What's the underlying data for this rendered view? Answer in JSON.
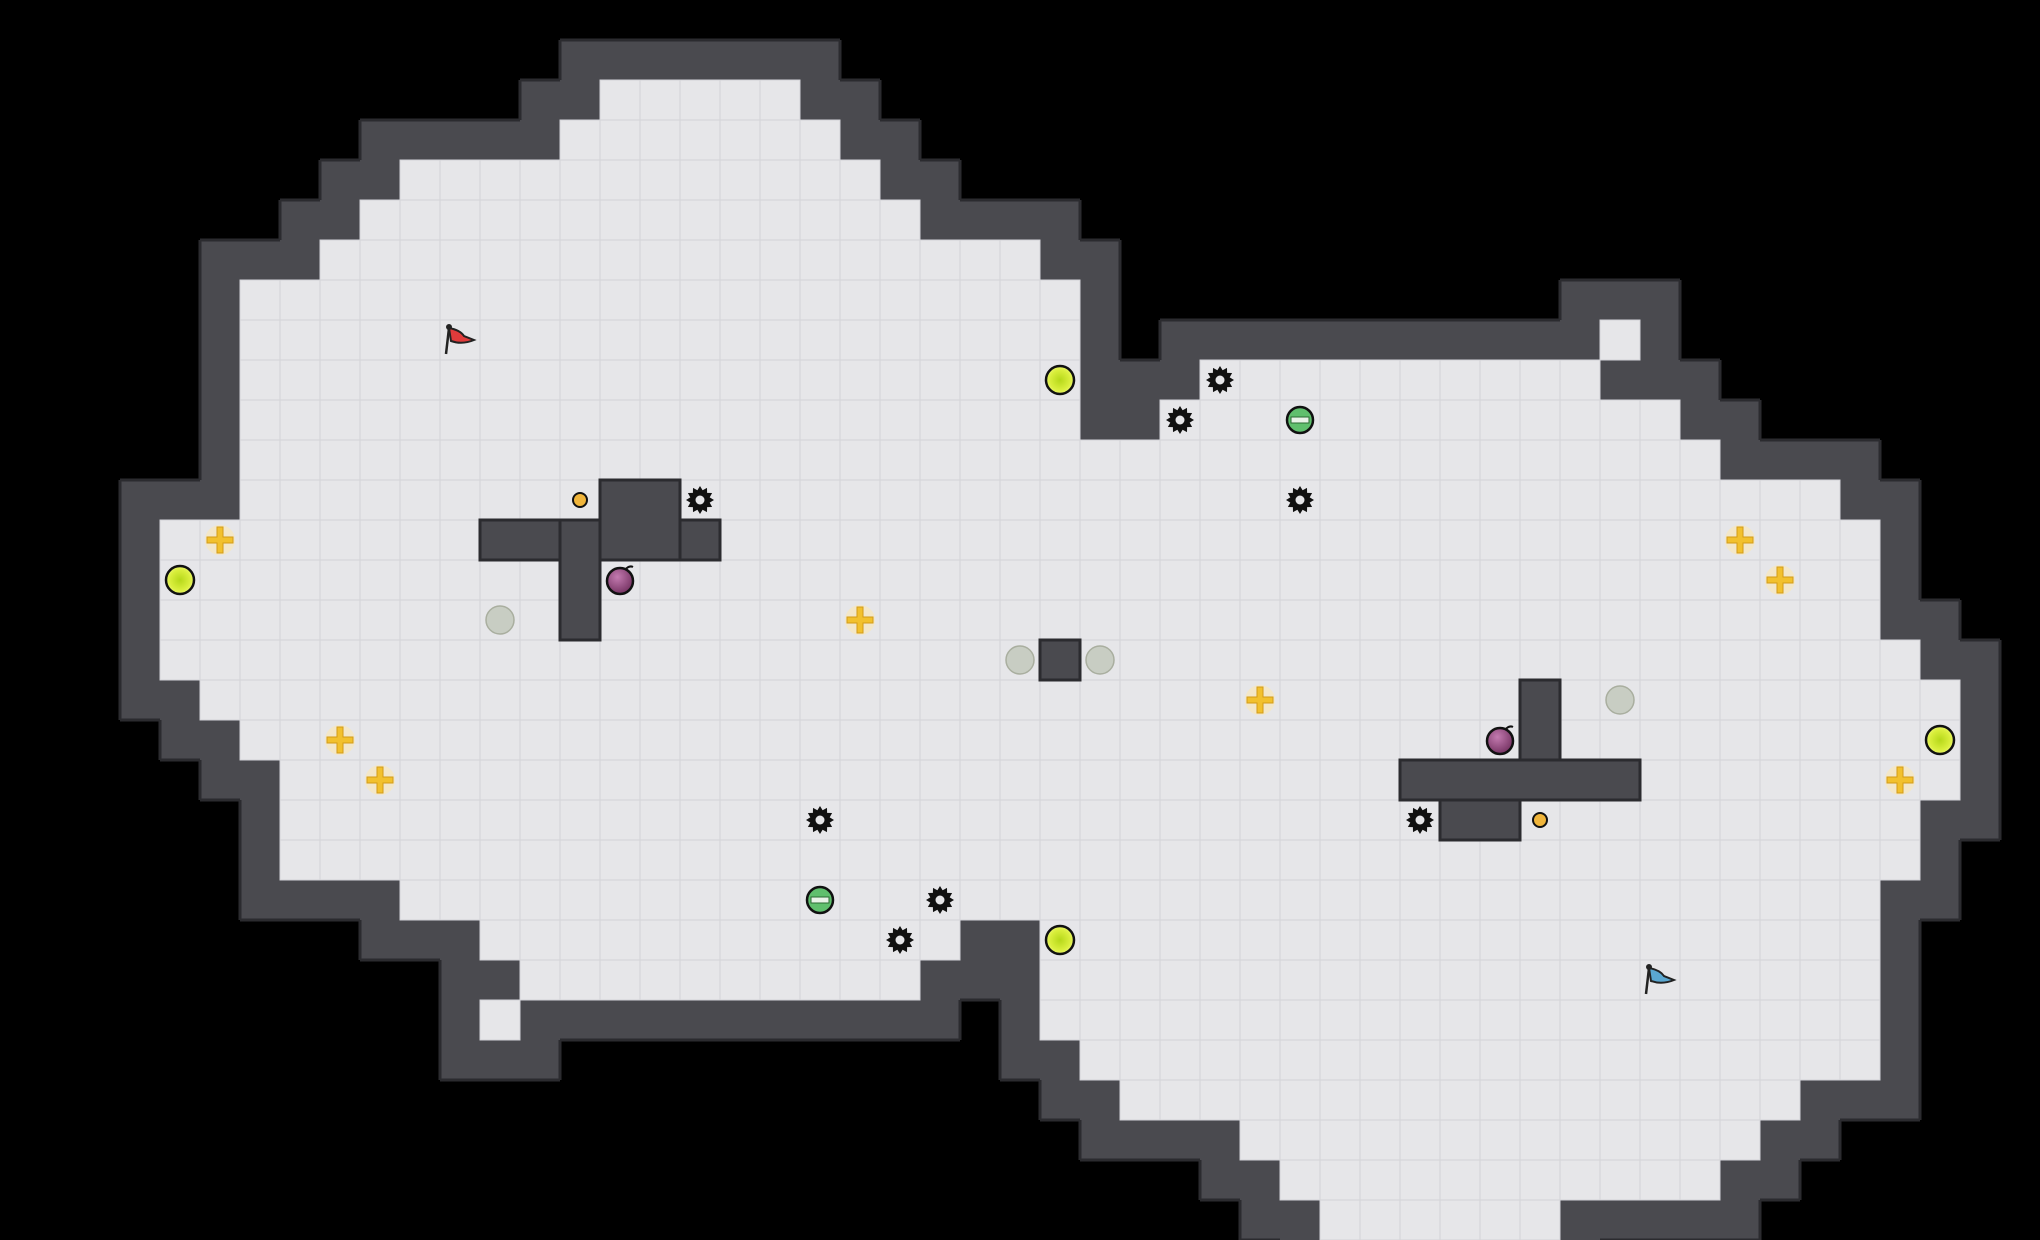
{
  "game": {
    "type": "top-down capture-the-flag arena map",
    "hud_text": "none visible",
    "grid": {
      "cols": 51,
      "rows": 31
    }
  },
  "colors": {
    "background": "#000000",
    "floor": "#e6e6e9",
    "grid_line": "#d3d3d8",
    "wall": "#4a4a4f",
    "wall_outline": "#2b2b2f",
    "red_team": "#e03b3b",
    "blue_team": "#5aa7d1",
    "boost": "#f2c12e",
    "powerup": "#d6ea2a",
    "spike": "#111111",
    "bomb": "#a04f86",
    "gate": "#5fbf6d",
    "button": "#f0b53b",
    "empty_spawn": "#c8cdc3"
  },
  "legend": {
    "flags": [
      "red-flag",
      "blue-flag"
    ],
    "pickups": [
      "boost-pad",
      "powerup",
      "spike",
      "bomb",
      "gate-toggle",
      "button",
      "empty-spawn"
    ]
  },
  "flags": [
    {
      "team": "red",
      "cell": [
        10,
        7
      ]
    },
    {
      "team": "blue",
      "cell": [
        40,
        23
      ]
    }
  ],
  "boosts": [
    [
      4,
      12
    ],
    [
      20,
      14
    ],
    [
      7,
      17
    ],
    [
      8,
      18
    ],
    [
      30,
      16
    ],
    [
      42,
      12
    ],
    [
      43,
      13
    ],
    [
      46,
      18
    ]
  ],
  "powerups": [
    [
      25,
      8
    ],
    [
      3,
      13
    ],
    [
      25,
      22
    ],
    [
      47,
      17
    ]
  ],
  "spikes": [
    [
      29,
      8
    ],
    [
      28,
      9
    ],
    [
      16,
      11
    ],
    [
      31,
      11
    ],
    [
      19,
      19
    ],
    [
      34,
      19
    ],
    [
      22,
      21
    ],
    [
      21,
      22
    ]
  ],
  "bombs": [
    [
      14,
      13
    ],
    [
      36,
      17
    ]
  ],
  "gates": [
    [
      31,
      9
    ],
    [
      19,
      21
    ]
  ],
  "buttons": [
    [
      13,
      11
    ],
    [
      37,
      19
    ]
  ],
  "empty_spawns": [
    [
      11,
      14
    ],
    [
      24,
      15
    ],
    [
      26,
      15
    ],
    [
      39,
      16
    ]
  ],
  "walls": {
    "floor_rows": [
      [
        [
          14,
          18
        ]
      ],
      [
        [
          13,
          19
        ]
      ],
      [
        [
          9,
          20
        ]
      ],
      [
        [
          8,
          21
        ]
      ],
      [
        [
          7,
          24
        ]
      ],
      [
        [
          5,
          25
        ]
      ],
      [
        [
          5,
          25
        ],
        [
          39,
          39
        ]
      ],
      [
        [
          5,
          25
        ],
        [
          29,
          38
        ]
      ],
      [
        [
          5,
          25
        ],
        [
          28,
          40
        ]
      ],
      [
        [
          5,
          41
        ]
      ],
      [
        [
          5,
          44
        ]
      ],
      [
        [
          3,
          45
        ]
      ],
      [
        [
          3,
          45
        ]
      ],
      [
        [
          3,
          45
        ]
      ],
      [
        [
          3,
          46
        ]
      ],
      [
        [
          4,
          47
        ]
      ],
      [
        [
          5,
          47
        ]
      ],
      [
        [
          6,
          47
        ]
      ],
      [
        [
          6,
          46
        ]
      ],
      [
        [
          6,
          46
        ]
      ],
      [
        [
          9,
          45
        ]
      ],
      [
        [
          11,
          22
        ],
        [
          25,
          45
        ]
      ],
      [
        [
          12,
          21
        ],
        [
          25,
          45
        ]
      ],
      [
        [
          11,
          11
        ],
        [
          25,
          45
        ]
      ],
      [
        [
          26,
          45
        ]
      ],
      [
        [
          27,
          43
        ]
      ],
      [
        [
          30,
          42
        ]
      ],
      [
        [
          31,
          41
        ]
      ],
      [
        [
          32,
          37
        ]
      ]
    ],
    "obstacles": [
      [
        11,
        12,
        2,
        1
      ],
      [
        14,
        11,
        2,
        2
      ],
      [
        13,
        12,
        1,
        3
      ],
      [
        16,
        12,
        1,
        1
      ],
      [
        25,
        15,
        1,
        1
      ],
      [
        37,
        16,
        1,
        3
      ],
      [
        34,
        18,
        6,
        1
      ],
      [
        35,
        19,
        2,
        1
      ]
    ]
  }
}
